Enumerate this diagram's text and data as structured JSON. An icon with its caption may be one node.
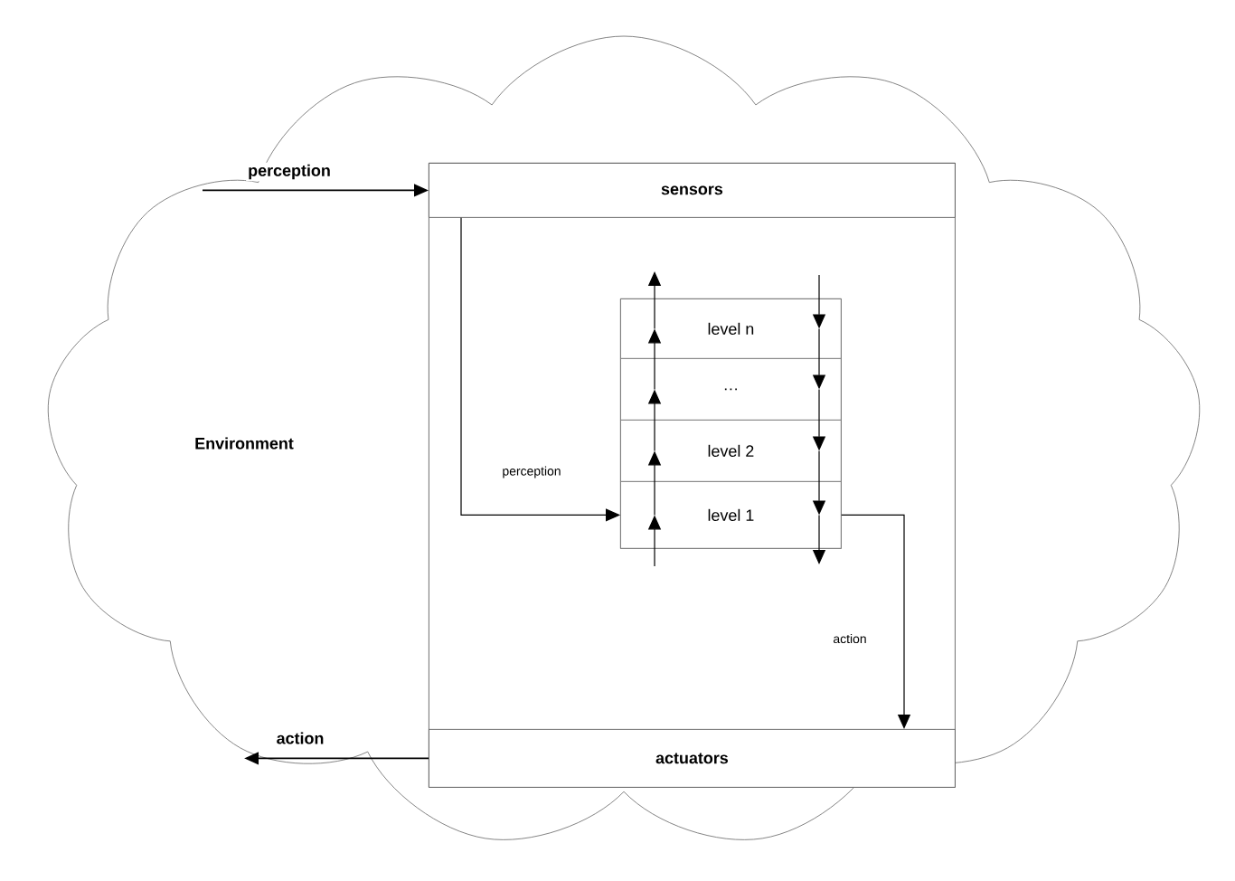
{
  "diagram": {
    "nodes": [
      {
        "text": [
          "Environment"
        ]
      },
      {
        "text": [],
        "shape": "box",
        "in": 0
      },
      {
        "text": [
          "sensors"
        ],
        "in": 1
      },
      {
        "text": [
          "actuators"
        ],
        "in": 1
      },
      {
        "text": [],
        "shape": "box",
        "in": 1
      },
      {
        "text": [
          "level n"
        ],
        "in": 4
      },
      {
        "text": [
          "…"
        ],
        "in": 4
      },
      {
        "text": [
          "level 2"
        ],
        "in": 4
      },
      {
        "text": [
          "level 1"
        ],
        "in": 4
      }
    ],
    "edges": [
      {
        "from": 0,
        "to": 2,
        "arrow": "to",
        "label": "perception"
      },
      {
        "from": 3,
        "to": 0,
        "arrow": "to",
        "label": "action"
      },
      {
        "from": 2,
        "to": 8,
        "arrow": "to",
        "label": "perception"
      },
      {
        "from": 8,
        "to": 3,
        "arrow": "to",
        "label": "action"
      },
      {
        "from": null,
        "to": 8,
        "arrow": "to"
      },
      {
        "from": 8,
        "to": 7,
        "arrow": "to"
      },
      {
        "from": 7,
        "to": 6,
        "arrow": "to"
      },
      {
        "from": 6,
        "to": 5,
        "arrow": "to"
      },
      {
        "from": 5,
        "to": null,
        "arrow": "to"
      },
      {
        "from": null,
        "to": 5,
        "arrow": "to"
      },
      {
        "from": 5,
        "to": 6,
        "arrow": "to"
      },
      {
        "from": 6,
        "to": 7,
        "arrow": "to"
      },
      {
        "from": 7,
        "to": 8,
        "arrow": "to"
      },
      {
        "from": 8,
        "to": null,
        "arrow": "to"
      }
    ]
  }
}
